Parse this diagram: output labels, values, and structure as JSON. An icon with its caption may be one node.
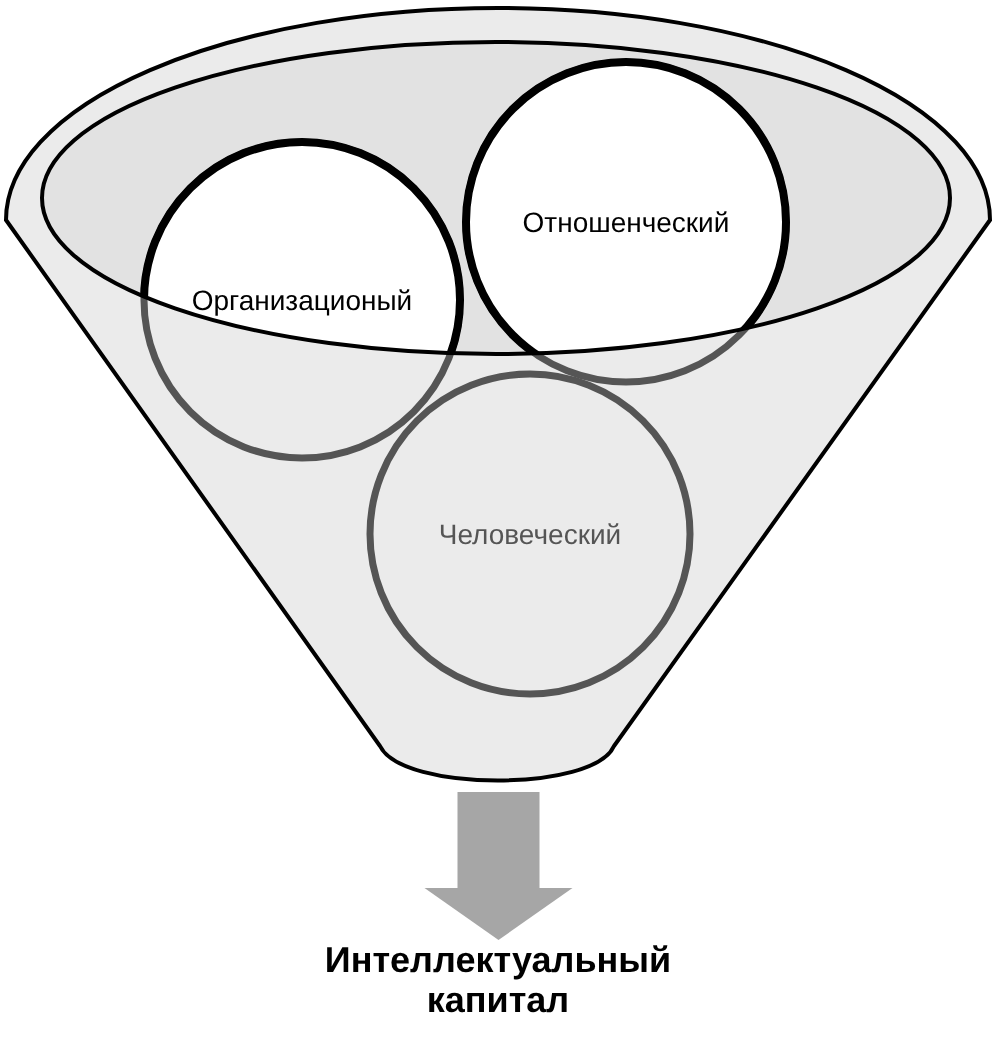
{
  "diagram": {
    "nodes": [
      {
        "text": [],
        "shape": "funnel"
      },
      {
        "text": [
          "Организационый"
        ],
        "in": 0
      },
      {
        "text": [
          "Отношенческий"
        ],
        "in": 0
      },
      {
        "text": [
          "Человеческий"
        ],
        "in": 0
      },
      {
        "text": [
          "Интеллектуальный капитал"
        ]
      }
    ],
    "edges": [
      {
        "from": 0,
        "to": 4,
        "arrow": "to"
      }
    ]
  }
}
